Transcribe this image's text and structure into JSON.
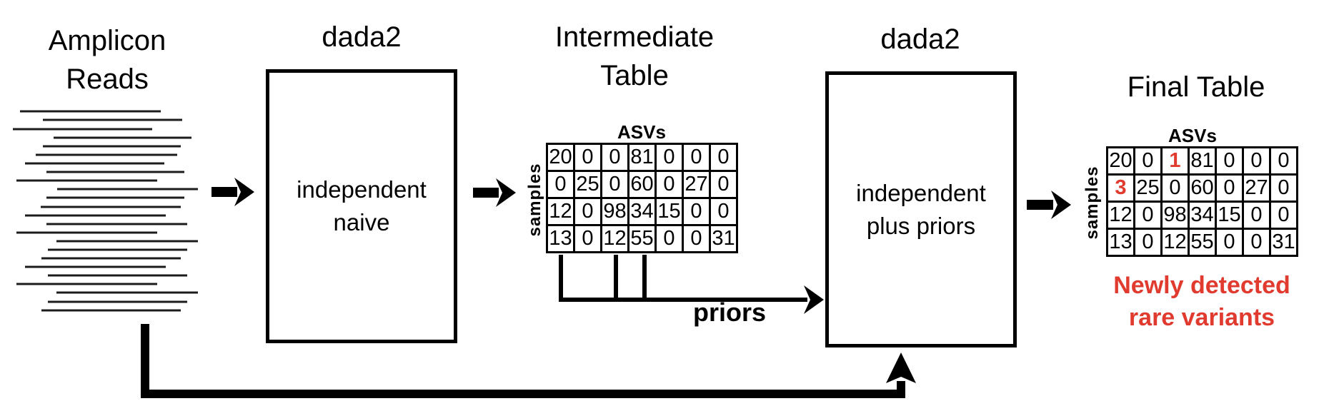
{
  "diagram": {
    "amplicon_reads": {
      "label_line1": "Amplicon",
      "label_line2": "Reads"
    },
    "dada2_first": {
      "title": "dada2",
      "body_line1": "independent",
      "body_line2": "naive"
    },
    "intermediate_table": {
      "title_line1": "Intermediate",
      "title_line2": "Table",
      "col_header": "ASVs",
      "row_header": "samples",
      "rows": [
        [
          "20",
          "0",
          "0",
          "81",
          "0",
          "0",
          "0"
        ],
        [
          "0",
          "25",
          "0",
          "60",
          "0",
          "27",
          "0"
        ],
        [
          "12",
          "0",
          "98",
          "34",
          "15",
          "0",
          "0"
        ],
        [
          "13",
          "0",
          "12",
          "55",
          "0",
          "0",
          "31"
        ]
      ],
      "highlight_cells": []
    },
    "priors_label": "priors",
    "dada2_second": {
      "title": "dada2",
      "body_line1": "independent",
      "body_line2": "plus priors"
    },
    "final_table": {
      "title": "Final Table",
      "col_header": "ASVs",
      "row_header": "samples",
      "rows": [
        [
          "20",
          "0",
          "1",
          "81",
          "0",
          "0",
          "0"
        ],
        [
          "3",
          "25",
          "0",
          "60",
          "0",
          "27",
          "0"
        ],
        [
          "12",
          "0",
          "98",
          "34",
          "15",
          "0",
          "0"
        ],
        [
          "13",
          "0",
          "12",
          "55",
          "0",
          "0",
          "31"
        ]
      ],
      "highlight_cells": [
        [
          0,
          2
        ],
        [
          1,
          0
        ]
      ]
    },
    "annotation_line1": "Newly detected",
    "annotation_line2": "rare variants",
    "colors": {
      "highlight_red": "#e13a2e",
      "line_black": "#000000",
      "background": "#ffffff"
    }
  }
}
